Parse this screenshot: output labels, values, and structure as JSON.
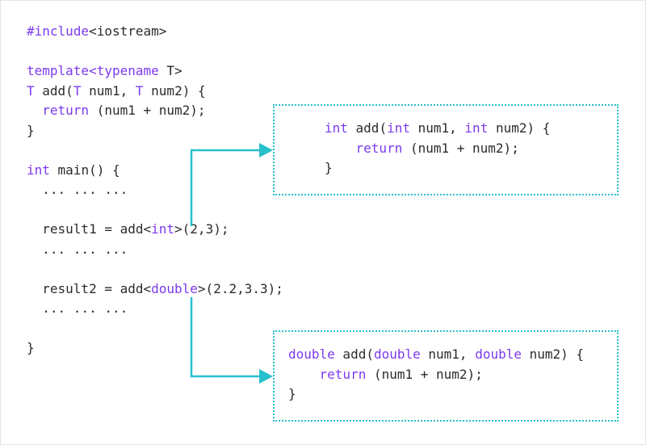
{
  "colors": {
    "accent": "#27c0cd",
    "keyword": "#7c3aed",
    "text": "#2b2b2b",
    "background": "#ffffff"
  },
  "main_code": [
    [
      {
        "k": 1,
        "x": "#include"
      },
      {
        "x": "<iostream>"
      }
    ],
    [],
    [
      {
        "k": 1,
        "x": "template<typename"
      },
      {
        "x": " T>"
      }
    ],
    [
      {
        "k": 1,
        "x": "T"
      },
      {
        "x": " add("
      },
      {
        "k": 1,
        "x": "T"
      },
      {
        "x": " num1, "
      },
      {
        "k": 1,
        "x": "T"
      },
      {
        "x": " num2) {"
      }
    ],
    [
      {
        "x": "  "
      },
      {
        "k": 1,
        "x": "return"
      },
      {
        "x": " (num1 + num2);"
      }
    ],
    [
      {
        "x": "}"
      }
    ],
    [],
    [
      {
        "k": 1,
        "x": "int"
      },
      {
        "x": " main() {"
      }
    ],
    [
      {
        "x": "  ... ... ..."
      }
    ],
    [],
    [
      {
        "x": "  result1 = add<"
      },
      {
        "k": 1,
        "x": "int"
      },
      {
        "x": ">(2,3);"
      }
    ],
    [
      {
        "x": "  ... ... ..."
      }
    ],
    [],
    [
      {
        "x": "  result2 = add<"
      },
      {
        "k": 1,
        "x": "double"
      },
      {
        "x": ">(2.2,3.3);"
      }
    ],
    [
      {
        "x": "  ... ... ..."
      }
    ],
    [],
    [
      {
        "x": "}"
      }
    ]
  ],
  "int_box": [
    [
      {
        "k": 1,
        "x": "int"
      },
      {
        "x": " add("
      },
      {
        "k": 1,
        "x": "int"
      },
      {
        "x": " num1, "
      },
      {
        "k": 1,
        "x": "int"
      },
      {
        "x": " num2) {"
      }
    ],
    [
      {
        "x": "    "
      },
      {
        "k": 1,
        "x": "return"
      },
      {
        "x": " (num1 + num2);"
      }
    ],
    [
      {
        "x": "}"
      }
    ]
  ],
  "double_box": [
    [
      {
        "k": 1,
        "x": "double"
      },
      {
        "x": " add("
      },
      {
        "k": 1,
        "x": "double"
      },
      {
        "x": " num1, "
      },
      {
        "k": 1,
        "x": "double"
      },
      {
        "x": " num2) {"
      }
    ],
    [
      {
        "x": "    "
      },
      {
        "k": 1,
        "x": "return"
      },
      {
        "x": " (num1 + num2);"
      }
    ],
    [
      {
        "x": "}"
      }
    ]
  ]
}
